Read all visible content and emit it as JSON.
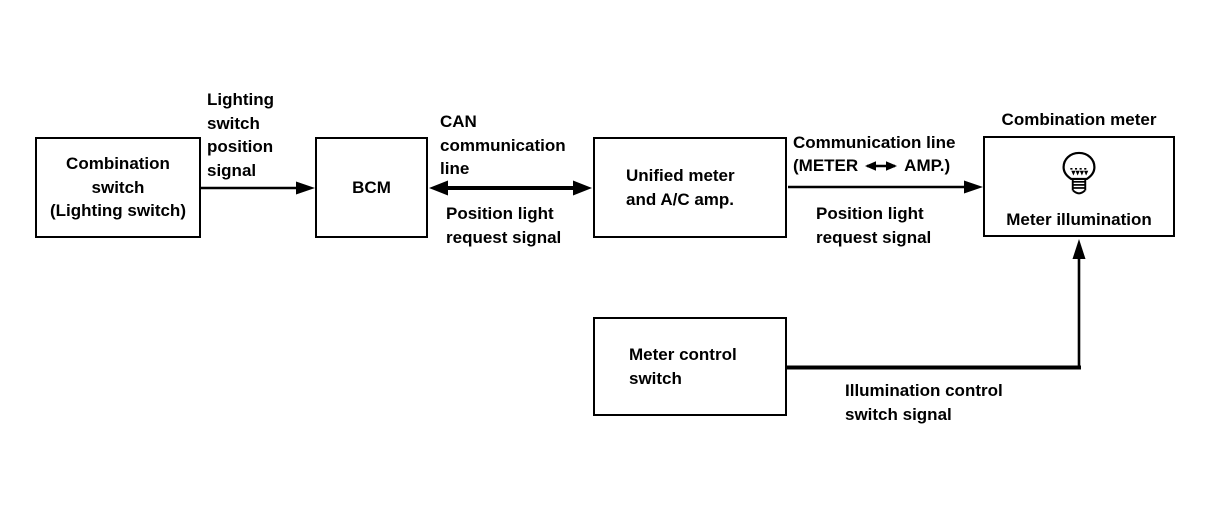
{
  "page": {
    "colors": {
      "ink": "#000000",
      "background": "#ffffff"
    }
  },
  "diagram": {
    "boxes": {
      "combination_switch": {
        "label": "Combination\nswitch\n(Lighting switch)"
      },
      "bcm": {
        "label": "BCM"
      },
      "unified_meter": {
        "label": "Unified meter\nand A/C amp."
      },
      "combination_meter": {
        "title": "Combination meter",
        "label": "Meter illumination",
        "icon": "light-bulb"
      },
      "meter_control_switch": {
        "label": "Meter control\nswitch"
      }
    },
    "labels": {
      "lighting_switch_position_signal": "Lighting\nswitch\nposition\nsignal",
      "can_communication_line": "CAN\ncommunication\nline",
      "position_light_request_signal_left": "Position light\nrequest signal",
      "communication_line": "Communication line",
      "meter_amp_open": "(METER",
      "meter_amp_close": "AMP.)",
      "position_light_request_signal_right": "Position light\nrequest signal",
      "illumination_control_switch_signal": "Illumination control\nswitch signal"
    }
  }
}
